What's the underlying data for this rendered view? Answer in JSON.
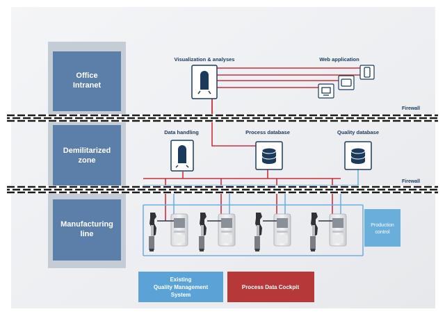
{
  "zones": [
    {
      "line1": "Office",
      "line2": "Intranet"
    },
    {
      "line1": "Demilitarized",
      "line2": "zone"
    },
    {
      "line1": "Manufacturing",
      "line2": "line"
    }
  ],
  "firewalls": [
    "Firewall",
    "Firewall"
  ],
  "nodes": {
    "visualization": "Visualization & analyses",
    "web_app": "Web application",
    "data_handling": "Data handling",
    "process_db": "Process database",
    "quality_db": "Quality database"
  },
  "production_control": {
    "line1": "Production",
    "line2": "control"
  },
  "legend": {
    "existing": {
      "line1": "Existing",
      "line2": "Quality Management",
      "line3": "System"
    },
    "cockpit": "Process Data Cockpit"
  },
  "colors": {
    "zone_blue": "#5b7fa8",
    "red_line": "#c8303a",
    "blue_line": "#6fb0dc",
    "legend_blue": "#5ba3d6",
    "legend_red": "#b73838",
    "icon_navy": "#1b3a5c"
  }
}
